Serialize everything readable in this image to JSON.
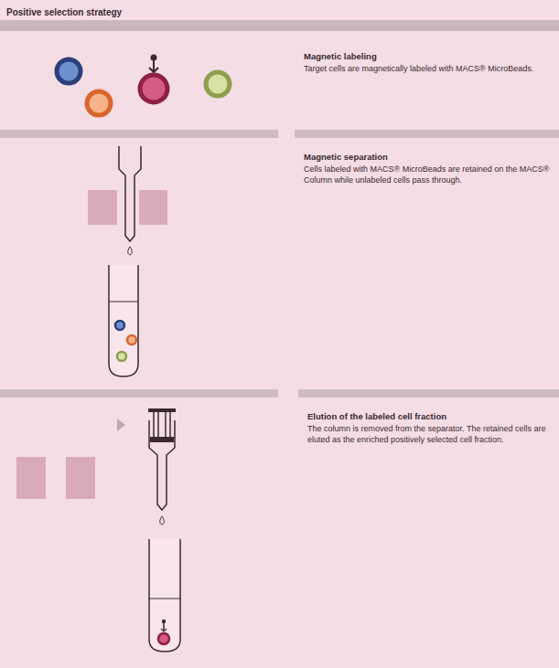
{
  "diagram": {
    "title": "Positive selection strategy",
    "labels": [
      "Magnetic labeling",
      "Target cells are magnetically labeled with MACS® MicroBeads.",
      "Magnetic separation",
      "Cells labeled with MACS® MicroBeads are retained on the MACS® Column while unlabeled cells pass through.",
      "Elution of the labeled cell fraction",
      "The column is removed from the separator. The retained cells are eluted as the enriched positively selected cell fraction."
    ]
  }
}
